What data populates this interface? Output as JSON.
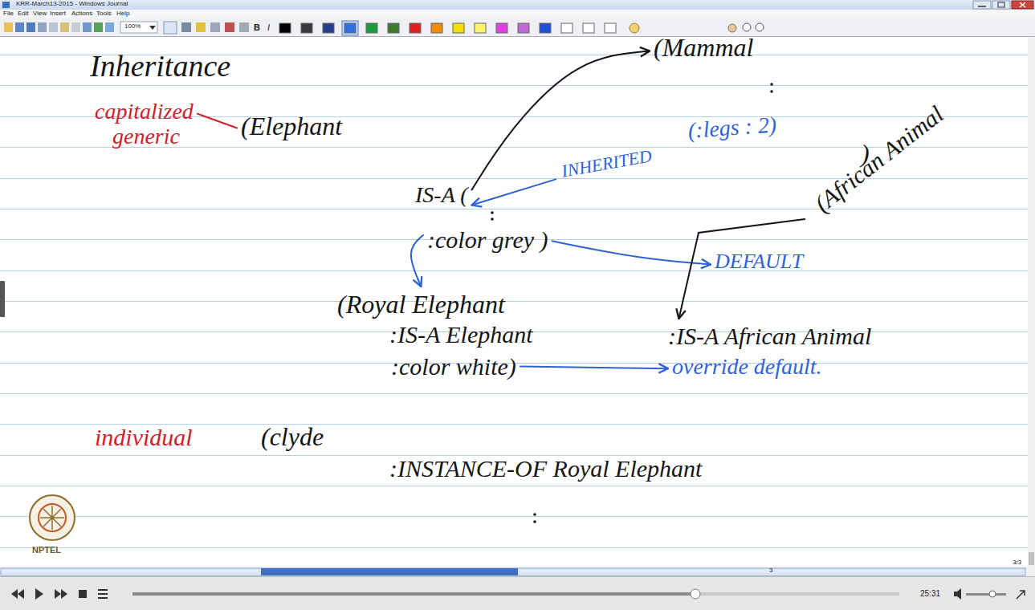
{
  "diagram": {
    "title": "Inheritance",
    "nodes": [
      {
        "text": [
          "capitalized",
          "generic"
        ]
      },
      {
        "text": [
          "(Elephant"
        ]
      },
      {
        "text": [
          "IS-A ("
        ]
      },
      {
        "text": [
          "(Mammal"
        ]
      },
      {
        "text": [
          "INHERITED"
        ]
      },
      {
        "text": [
          ":color grey )"
        ]
      },
      {
        "text": [
          "DEFAULT"
        ]
      },
      {
        "text": [
          "(African Animal"
        ]
      },
      {
        "text": [
          "(Royal Elephant"
        ]
      },
      {
        "text": [
          ":IS-A African Animal"
        ]
      },
      {
        "text": [
          ":color white)"
        ]
      },
      {
        "text": [
          "override default."
        ]
      }
    ],
    "edges": [
      {
        "from": 0,
        "to": 1,
        "arrow": "none"
      },
      {
        "from": 2,
        "to": 3,
        "arrow": "to"
      },
      {
        "from": 4,
        "to": 2,
        "arrow": "to"
      },
      {
        "from": 5,
        "to": 6,
        "arrow": "to"
      },
      {
        "from": 5,
        "to": 8,
        "arrow": "to"
      },
      {
        "from": 7,
        "to": 9,
        "arrow": "to"
      },
      {
        "from": 10,
        "to": 11,
        "arrow": "to"
      }
    ],
    "labels": [
      "KRR-March13-2015 - Windows Journal",
      "File",
      "Edit",
      "View",
      "Insert",
      "Actions",
      "Tools",
      "Help",
      "100%",
      "B",
      "I",
      "(:legs : 2)",
      ")",
      ":IS-A Elephant",
      "individual",
      "(clyde",
      ":INSTANCE-OF Royal Elephant",
      "NPTEL",
      "3/3",
      "3",
      "25:31"
    ]
  }
}
